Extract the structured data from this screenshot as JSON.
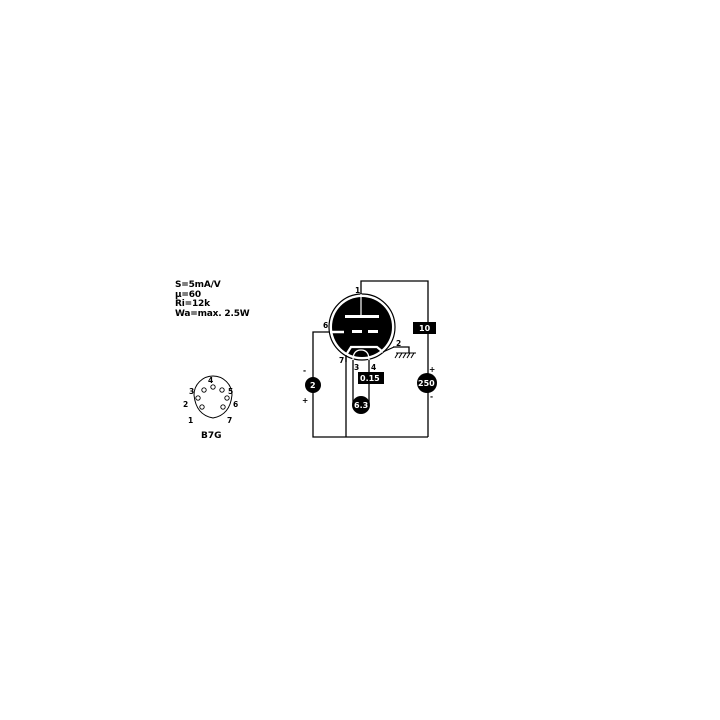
{
  "specs": {
    "transconductance": "S=5mA/V",
    "amplification": "μ=60",
    "internal_resistance": "Ri=12k",
    "anode_dissipation": "Wa=max. 2.5W"
  },
  "base": {
    "type": "B7G",
    "pins": [
      "1",
      "2",
      "3",
      "4",
      "5",
      "6",
      "7"
    ]
  },
  "tube": {
    "pin_labels": {
      "anode": "1",
      "grid": "6",
      "cathode_a": "7",
      "cathode_b": "2",
      "heater_a": "3",
      "heater_b": "4"
    }
  },
  "circuit": {
    "grid_bias_voltage": "2",
    "grid_bias_minus": "-",
    "grid_bias_plus": "+",
    "anode_current": "10",
    "heater_current": "0.15",
    "heater_voltage": "6.3",
    "anode_voltage": "250",
    "anode_supply_plus": "+",
    "anode_supply_minus": "-"
  }
}
